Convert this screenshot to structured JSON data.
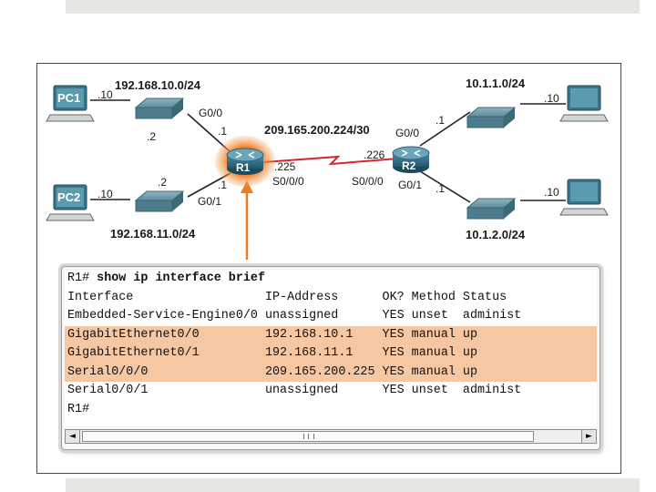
{
  "diagram": {
    "networks": {
      "lan1": "192.168.10.0/24",
      "lan2": "192.168.11.0/24",
      "lan3": "10.1.1.0/24",
      "lan4": "10.1.2.0/24",
      "wan": "209.165.200.224/30"
    },
    "hosts": {
      "pc1": "PC1",
      "pc2": "PC2"
    },
    "routers": {
      "r1": "R1",
      "r2": "R2"
    },
    "host_ids": {
      "pc1": ".10",
      "pc2": ".10",
      "pc3": ".10",
      "pc4": ".10"
    },
    "r1_labels": {
      "g00_if": "G0/0",
      "g00_ip": ".1",
      "g00_sw_ip": ".2",
      "g01_if": "G0/1",
      "g01_ip": ".1",
      "g01_sw_ip": ".2",
      "s000_ip": ".225",
      "s000_if": "S0/0/0"
    },
    "r2_labels": {
      "s000_ip": ".226",
      "s000_if": "S0/0/0",
      "g00_if": "G0/0",
      "g00_ip": ".1",
      "g01_if": "G0/1",
      "g01_ip": ".1"
    },
    "highlight_color": "#f07a22"
  },
  "terminal": {
    "lines": [
      {
        "prompt": "R1# ",
        "command": "show ip interface brief",
        "highlight": false
      },
      {
        "text": "Interface                  IP-Address      OK? Method Status",
        "highlight": false
      },
      {
        "text": "Embedded-Service-Engine0/0 unassigned      YES unset  administ",
        "highlight": false
      },
      {
        "text": "GigabitEthernet0/0         192.168.10.1    YES manual up",
        "highlight": true
      },
      {
        "text": "GigabitEthernet0/1         192.168.11.1    YES manual up",
        "highlight": true
      },
      {
        "text": "Serial0/0/0                209.165.200.225 YES manual up",
        "highlight": true
      },
      {
        "text": "Serial0/0/1                unassigned      YES unset  administ",
        "highlight": false
      },
      {
        "text": "R1#",
        "highlight": false
      }
    ],
    "highlight_color": "#f6c7a3",
    "scroll": {
      "left_arrow": "◄",
      "right_arrow": "►"
    }
  }
}
